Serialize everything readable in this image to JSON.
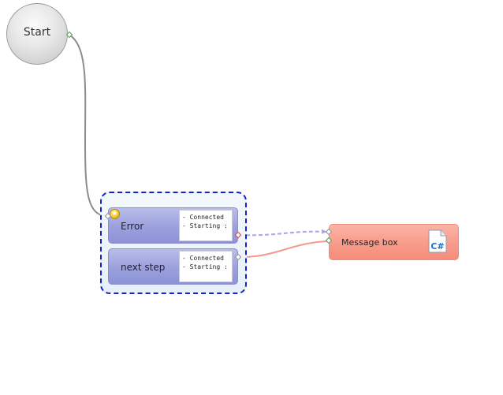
{
  "diagram": {
    "start": {
      "label": "Start"
    },
    "group": {
      "steps": [
        {
          "id": "error",
          "label": "Error",
          "log_lines": [
            "- Connected",
            "- Starting :"
          ],
          "badge_icon": "star-icon"
        },
        {
          "id": "next-step",
          "label": "next step",
          "log_lines": [
            "- Connected",
            "- Starting :"
          ]
        }
      ]
    },
    "message_box": {
      "label": "Message box",
      "icon": "csharp-file-icon",
      "icon_text": "C#"
    },
    "edges": [
      {
        "from": "start",
        "to": "error",
        "style": "solid",
        "color": "#8c8c8c"
      },
      {
        "from": "error",
        "to": "message-box",
        "style": "dashed",
        "color": "#a8a6e0"
      },
      {
        "from": "message-box",
        "to": "next-step",
        "style": "solid",
        "color": "#f39a8c"
      }
    ],
    "colors": {
      "selection": "#1521c9",
      "step_fill": "#9ba0dd",
      "message_fill": "#f89b8a"
    }
  }
}
